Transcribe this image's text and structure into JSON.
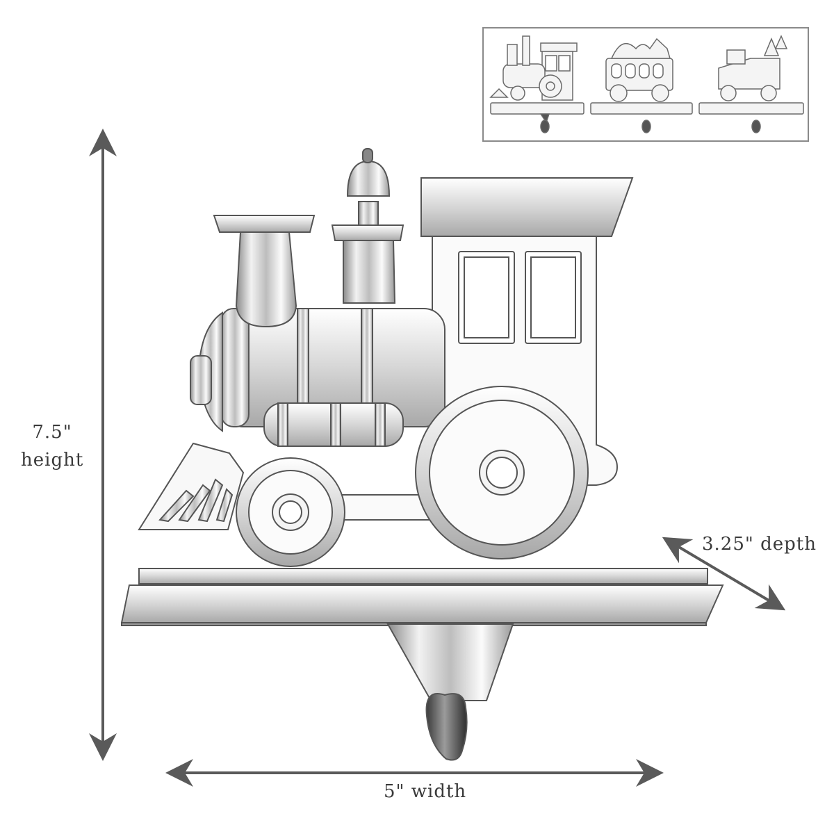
{
  "dimensions": {
    "height_value": "7.5\"",
    "height_word": "height",
    "depth": "3.25\" depth",
    "width": "5\" width"
  },
  "variants_inset": {
    "items": [
      "train-engine",
      "train-gift-car",
      "train-caboose-truck"
    ]
  },
  "colors": {
    "arrow": "#5a5a5a",
    "silver_dark": "#7a7a7a",
    "silver_light": "#f4f4f4",
    "outline": "#555555"
  }
}
